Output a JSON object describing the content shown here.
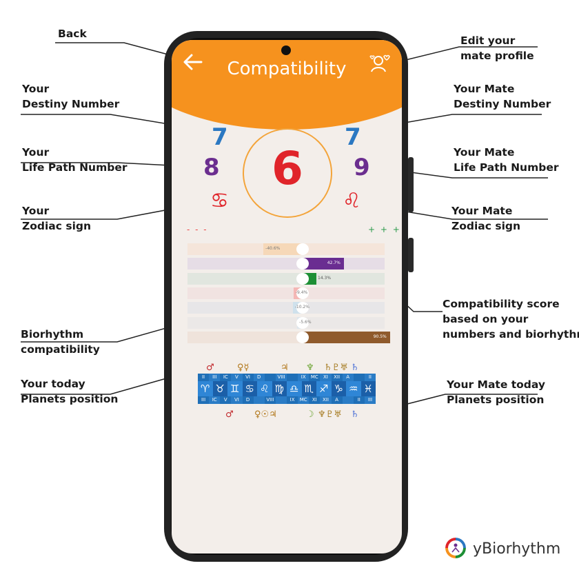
{
  "annotations": {
    "back": "Back",
    "edit_mate": [
      "Edit your",
      "mate  profile"
    ],
    "your_destiny": [
      "Your",
      "Destiny Number"
    ],
    "mate_destiny": [
      "Your Mate",
      "Destiny Number"
    ],
    "your_life_path": [
      "Your",
      "Life Path Number"
    ],
    "mate_life_path": [
      "Your Mate",
      "Life Path Number"
    ],
    "your_zodiac": [
      "Your",
      "Zodiac sign"
    ],
    "mate_zodiac": [
      "Your Mate",
      "Zodiac sign"
    ],
    "score": [
      "Compatibility score",
      "based on your",
      "numbers and biorhythm"
    ],
    "biorhythm": [
      "Biorhythm",
      "compatibility"
    ],
    "your_planets": [
      "Your today",
      "Planets position"
    ],
    "mate_planets": [
      "Your Mate today",
      "Planets position"
    ]
  },
  "app": {
    "title": "Compatibility",
    "your_destiny": "7",
    "mate_destiny": "7",
    "your_life_path": "8",
    "mate_life_path": "9",
    "your_zodiac": "♋",
    "mate_zodiac": "♌",
    "score": "6",
    "minus_legend": "- - -",
    "plus_legend": "+ + +"
  },
  "biorhythm_bars": [
    {
      "label": "-40.6%",
      "value": -40.6,
      "color": "#f6d8b8",
      "track": "#f5e5da"
    },
    {
      "label": "42.7%",
      "value": 42.7,
      "color": "#6a2d91",
      "track": "#e6dde6"
    },
    {
      "label": "14.3%",
      "value": 14.3,
      "color": "#1d8f35",
      "track": "#e1e6df"
    },
    {
      "label": "-9.4%",
      "value": -9.4,
      "color": "#f4b7b5",
      "track": "#f1e3e1"
    },
    {
      "label": "-10.2%",
      "value": -10.2,
      "color": "#cfe1ec",
      "track": "#e7e6e8"
    },
    {
      "label": "-5.6%",
      "value": -5.6,
      "color": "#dde6ec",
      "track": "#ebe8e7"
    },
    {
      "label": "90.5%",
      "value": 90.5,
      "color": "#8f5a2c",
      "track": "#efe3db"
    }
  ],
  "zodiac_strip": {
    "top_houses": [
      "II",
      "III",
      "IC",
      "V",
      "VI",
      "D",
      "",
      "VIII",
      "",
      "IX",
      "MC",
      "XI",
      "XII",
      "A",
      "",
      "II"
    ],
    "signs": [
      "♈",
      "♉",
      "♊",
      "♋",
      "♌",
      "♍",
      "♎",
      "♏",
      "♐",
      "♑",
      "♒",
      "♓"
    ],
    "bottom_houses": [
      "III",
      "IC",
      "V",
      "VI",
      "D",
      "",
      "VIII",
      "",
      "IX",
      "MC",
      "XI",
      "XII",
      "A",
      "",
      "II",
      "III"
    ]
  },
  "your_planets": [
    "♂",
    "♀☿",
    "♃",
    "♆",
    "♄♇♅",
    "♄"
  ],
  "mate_planets": [
    "♂",
    "♀☉♃",
    "☽",
    "♆♇♅",
    "♄"
  ],
  "brand": "yBiorhythm"
}
